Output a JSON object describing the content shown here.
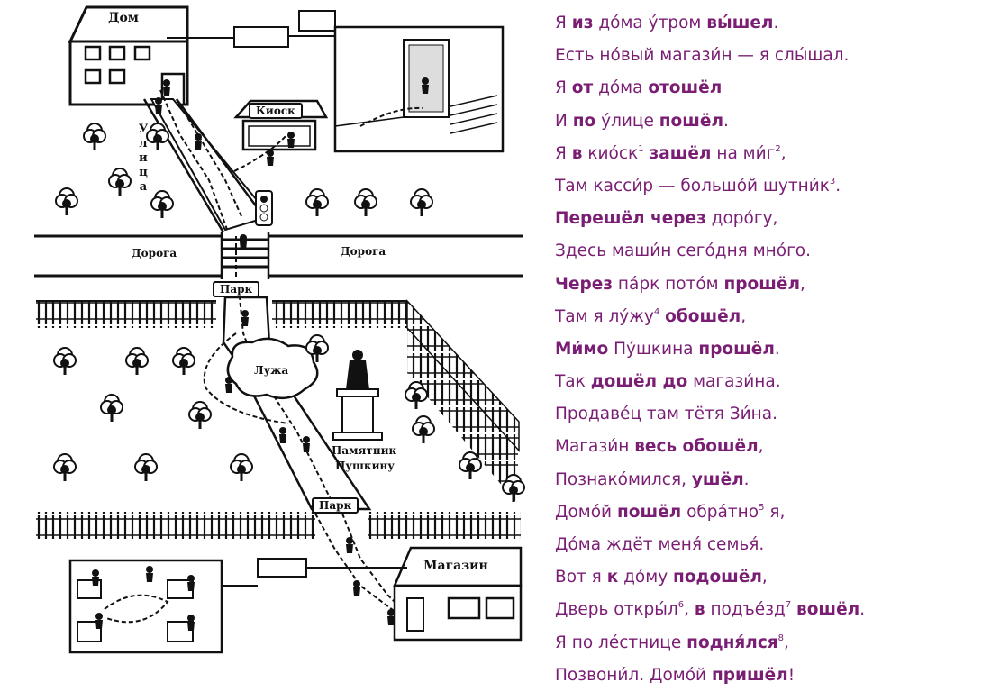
{
  "map": {
    "labels": {
      "home": "Дом",
      "kiosk": "Киоск",
      "street": "Улица",
      "road_left": "Дорога",
      "road_right": "Дорога",
      "park_top": "Парк",
      "park_bottom": "Парк",
      "puddle": "Лужа",
      "monument_line1": "Памятник",
      "monument_line2": "Пушкину",
      "shop": "Магазин"
    }
  },
  "poem": {
    "lines": [
      [
        {
          "t": "Я "
        },
        {
          "t": "из",
          "b": true
        },
        {
          "t": " до́ма у́тром "
        },
        {
          "t": "вы́шел",
          "b": true
        },
        {
          "t": "."
        }
      ],
      [
        {
          "t": "Есть но́вый магази́н — я слы́шал."
        }
      ],
      [
        {
          "t": "Я "
        },
        {
          "t": "от",
          "b": true
        },
        {
          "t": " до́ма "
        },
        {
          "t": "отошёл",
          "b": true
        }
      ],
      [
        {
          "t": "И "
        },
        {
          "t": "по",
          "b": true
        },
        {
          "t": " у́лице "
        },
        {
          "t": "пошёл",
          "b": true
        },
        {
          "t": "."
        }
      ],
      [
        {
          "t": "Я "
        },
        {
          "t": "в",
          "b": true
        },
        {
          "t": " кио́ск"
        },
        {
          "t": "1",
          "sup": true
        },
        {
          "t": " "
        },
        {
          "t": "зашёл",
          "b": true
        },
        {
          "t": " на ми́г"
        },
        {
          "t": "2",
          "sup": true
        },
        {
          "t": ","
        }
      ],
      [
        {
          "t": "Там касси́р — большо́й шутни́к"
        },
        {
          "t": "3",
          "sup": true
        },
        {
          "t": "."
        }
      ],
      [
        {
          "t": "Перешёл через",
          "b": true
        },
        {
          "t": " доро́гу,"
        }
      ],
      [
        {
          "t": "Здесь маши́н сего́дня мно́го."
        }
      ],
      [
        {
          "t": "Через",
          "b": true
        },
        {
          "t": " па́рк пото́м "
        },
        {
          "t": "прошёл",
          "b": true
        },
        {
          "t": ","
        }
      ],
      [
        {
          "t": "Там я лу́жу"
        },
        {
          "t": "4",
          "sup": true
        },
        {
          "t": " "
        },
        {
          "t": "обошёл",
          "b": true
        },
        {
          "t": ","
        }
      ],
      [
        {
          "t": "Ми́мо",
          "b": true
        },
        {
          "t": " Пу́шкина "
        },
        {
          "t": "прошёл",
          "b": true
        },
        {
          "t": "."
        }
      ],
      [
        {
          "t": "Так "
        },
        {
          "t": "дошёл до",
          "b": true
        },
        {
          "t": " магази́на."
        }
      ],
      [
        {
          "t": "Продаве́ц там тётя Зи́на."
        }
      ],
      [
        {
          "t": "Магази́н "
        },
        {
          "t": "весь обошёл",
          "b": true
        },
        {
          "t": ","
        }
      ],
      [
        {
          "t": "Познако́мился, "
        },
        {
          "t": "ушёл",
          "b": true
        },
        {
          "t": "."
        }
      ],
      [
        {
          "t": "Домо́й "
        },
        {
          "t": "пошёл",
          "b": true
        },
        {
          "t": " обра́тно"
        },
        {
          "t": "5",
          "sup": true
        },
        {
          "t": " я,"
        }
      ],
      [
        {
          "t": "До́ма ждёт меня́ семья́."
        }
      ],
      [
        {
          "t": "Вот я "
        },
        {
          "t": "к",
          "b": true
        },
        {
          "t": " до́му "
        },
        {
          "t": "подошёл",
          "b": true
        },
        {
          "t": ","
        }
      ],
      [
        {
          "t": "Дверь откры́л"
        },
        {
          "t": "6",
          "sup": true
        },
        {
          "t": ", "
        },
        {
          "t": "в",
          "b": true
        },
        {
          "t": " подъе́зд"
        },
        {
          "t": "7",
          "sup": true
        },
        {
          "t": " "
        },
        {
          "t": "вошёл",
          "b": true
        },
        {
          "t": "."
        }
      ],
      [
        {
          "t": "Я по ле́стнице "
        },
        {
          "t": "подня́лся",
          "b": true
        },
        {
          "t": ""
        },
        {
          "t": "8",
          "sup": true
        },
        {
          "t": ","
        }
      ],
      [
        {
          "t": "Позвони́л. Домо́й "
        },
        {
          "t": "пришёл",
          "b": true
        },
        {
          "t": "!"
        }
      ]
    ]
  }
}
